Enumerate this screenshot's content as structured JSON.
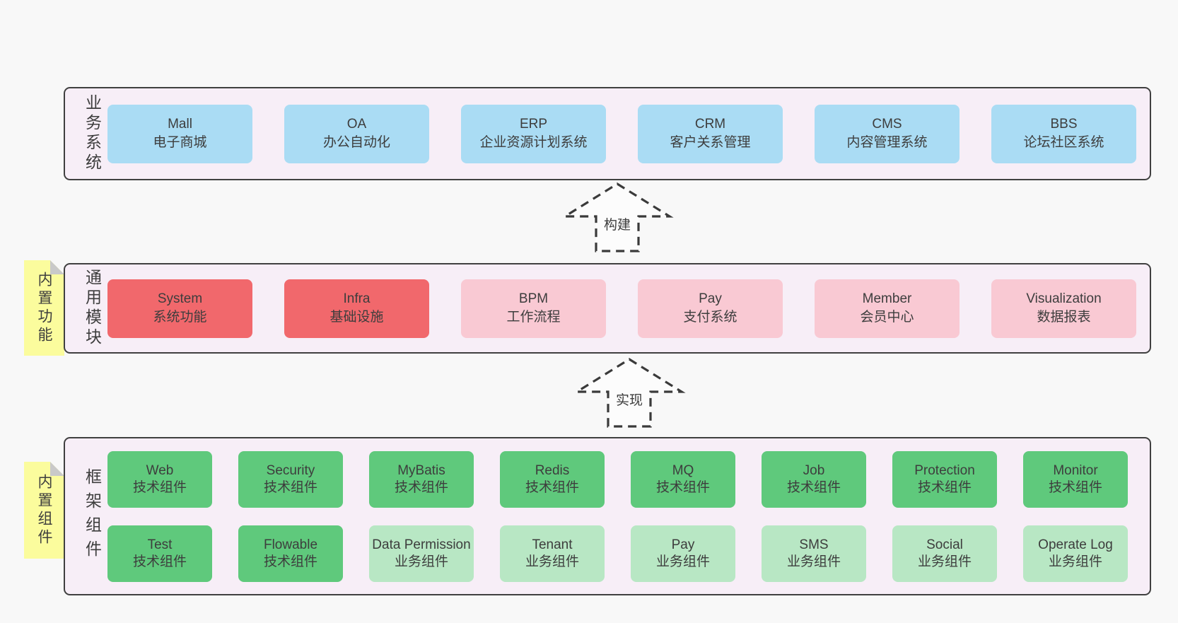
{
  "colors": {
    "page-bg": "#f8f8f8",
    "container-bg": "#f7eef7",
    "container-border": "#404040",
    "box-blue": "#aadcf4",
    "box-red": "#f1686c",
    "box-pink": "#f9c9d3",
    "box-green": "#5fc97c",
    "box-lightgreen": "#b8e7c4",
    "note-yellow": "#fbfc9d",
    "note-fold": "#c9c9c9",
    "text": "#3d3d3d",
    "arrow-stroke": "#3a3a3a",
    "arrow-fill": "#fcfcfc"
  },
  "arrows": [
    {
      "label": "构建"
    },
    {
      "label": "实现"
    }
  ],
  "notes": {
    "mid": "内置功能",
    "bottom": "内置组件"
  },
  "layers": {
    "business": {
      "side_label": "业务系统",
      "boxes": [
        {
          "en": "Mall",
          "zh": "电子商城"
        },
        {
          "en": "OA",
          "zh": "办公自动化"
        },
        {
          "en": "ERP",
          "zh": "企业资源计划系统"
        },
        {
          "en": "CRM",
          "zh": "客户关系管理"
        },
        {
          "en": "CMS",
          "zh": "内容管理系统"
        },
        {
          "en": "BBS",
          "zh": "论坛社区系统"
        }
      ]
    },
    "modules": {
      "side_label": "通用模块",
      "boxes": [
        {
          "en": "System",
          "zh": "系统功能"
        },
        {
          "en": "Infra",
          "zh": "基础设施"
        },
        {
          "en": "BPM",
          "zh": "工作流程"
        },
        {
          "en": "Pay",
          "zh": "支付系统"
        },
        {
          "en": "Member",
          "zh": "会员中心"
        },
        {
          "en": "Visualization",
          "zh": "数据报表"
        }
      ]
    },
    "components": {
      "side_label": "框架组件",
      "row1": [
        {
          "en": "Web",
          "zh": "技术组件"
        },
        {
          "en": "Security",
          "zh": "技术组件"
        },
        {
          "en": "MyBatis",
          "zh": "技术组件"
        },
        {
          "en": "Redis",
          "zh": "技术组件"
        },
        {
          "en": "MQ",
          "zh": "技术组件"
        },
        {
          "en": "Job",
          "zh": "技术组件"
        },
        {
          "en": "Protection",
          "zh": "技术组件"
        },
        {
          "en": "Monitor",
          "zh": "技术组件"
        }
      ],
      "row2": [
        {
          "en": "Test",
          "zh": "技术组件"
        },
        {
          "en": "Flowable",
          "zh": "技术组件"
        },
        {
          "en": "Data Permission",
          "zh": "业务组件"
        },
        {
          "en": "Tenant",
          "zh": "业务组件"
        },
        {
          "en": "Pay",
          "zh": "业务组件"
        },
        {
          "en": "SMS",
          "zh": "业务组件"
        },
        {
          "en": "Social",
          "zh": "业务组件"
        },
        {
          "en": "Operate Log",
          "zh": "业务组件"
        }
      ]
    }
  }
}
